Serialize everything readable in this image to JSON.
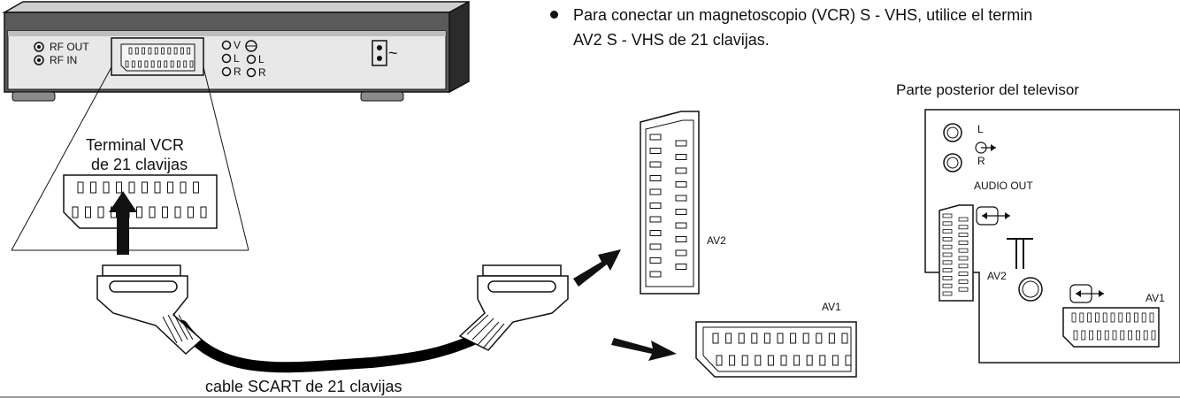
{
  "instructions": {
    "line1": "Para conectar un magnetoscopio (VCR) S - VHS, utilice el termin",
    "line2": "AV2 S - VHS de 21 clavijas."
  },
  "vcr": {
    "rf_out": "RF OUT",
    "rf_in": "RF IN",
    "video_label": "V",
    "audio_l": "L",
    "audio_r": "R",
    "power_symbol": "~"
  },
  "terminal": {
    "line1": "Terminal VCR",
    "line2": "de 21 clavijas"
  },
  "cable": {
    "label": "cable SCART de 21 clavijas"
  },
  "tv_connectors": {
    "av2": "AV2",
    "av1": "AV1"
  },
  "tv_back": {
    "title": "Parte posterior del televisor",
    "audio_l": "L",
    "audio_r": "R",
    "audio_out": "AUDIO OUT",
    "av2": "AV2",
    "av1": "AV1"
  }
}
